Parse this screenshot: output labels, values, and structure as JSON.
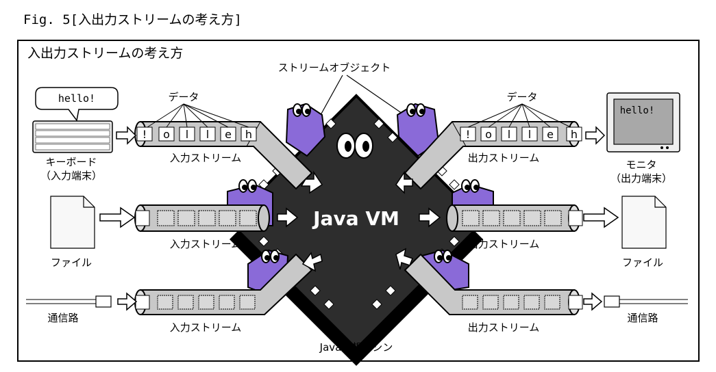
{
  "caption": "Fig. 5[入出力ストリームの考え方]",
  "diagram": {
    "title": "入出力ストリームの考え方",
    "vm_label": "Java VM",
    "vm_caption": "Java仮想マシン",
    "stream_object_label": "ストリームオブジェクト",
    "data_label_left": "データ",
    "data_label_right": "データ",
    "input_stream_label": "入力ストリーム",
    "output_stream_label": "出力ストリーム",
    "keyboard_label_1": "キーボード",
    "keyboard_label_2": "（入力端末）",
    "monitor_label_1": "モニタ",
    "monitor_label_2": "（出力端末）",
    "file_label": "ファイル",
    "network_label": "通信路",
    "bubble_text": "hello!",
    "screen_text": "hello!",
    "chars_in": [
      "!",
      "o",
      "l",
      "l",
      "e",
      "h"
    ],
    "chars_out": [
      "!",
      "o",
      "l",
      "l",
      "e",
      "h"
    ]
  }
}
